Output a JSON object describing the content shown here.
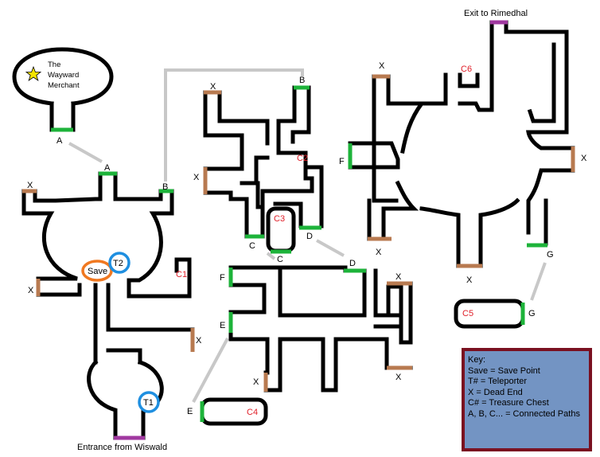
{
  "colors": {
    "wall": "#000000",
    "connector": "#c8c8c8",
    "open_path": "#1db33a",
    "dead_end": "#b87a50",
    "exit": "#a038a0",
    "save_ring": "#f07820",
    "teleporter_ring": "#1f8fe0",
    "merchant_star": "#f5e400",
    "legend_bg": "#7394c3",
    "legend_border": "#7a1020",
    "chest_text": "#e0202a"
  },
  "labels": {
    "exit_top": "Exit to Rimedhal",
    "entrance": "Entrance from Wiswald",
    "merchant_line1": "The",
    "merchant_line2": "Wayward",
    "merchant_line3": "Merchant",
    "save": "Save",
    "t1": "T1",
    "t2": "T2",
    "c1": "C1",
    "c2": "C2",
    "c3": "C3",
    "c4": "C4",
    "c5": "C5",
    "c6": "C6",
    "a": "A",
    "b": "B",
    "c": "C",
    "d": "D",
    "e": "E",
    "f": "F",
    "g": "G",
    "x": "X"
  },
  "legend": {
    "title": "Key:",
    "items": [
      "Save = Save Point",
      "T# = Teleporter",
      "X = Dead End",
      "C# = Treasure Chest",
      "A, B, C... = Connected Paths"
    ]
  }
}
